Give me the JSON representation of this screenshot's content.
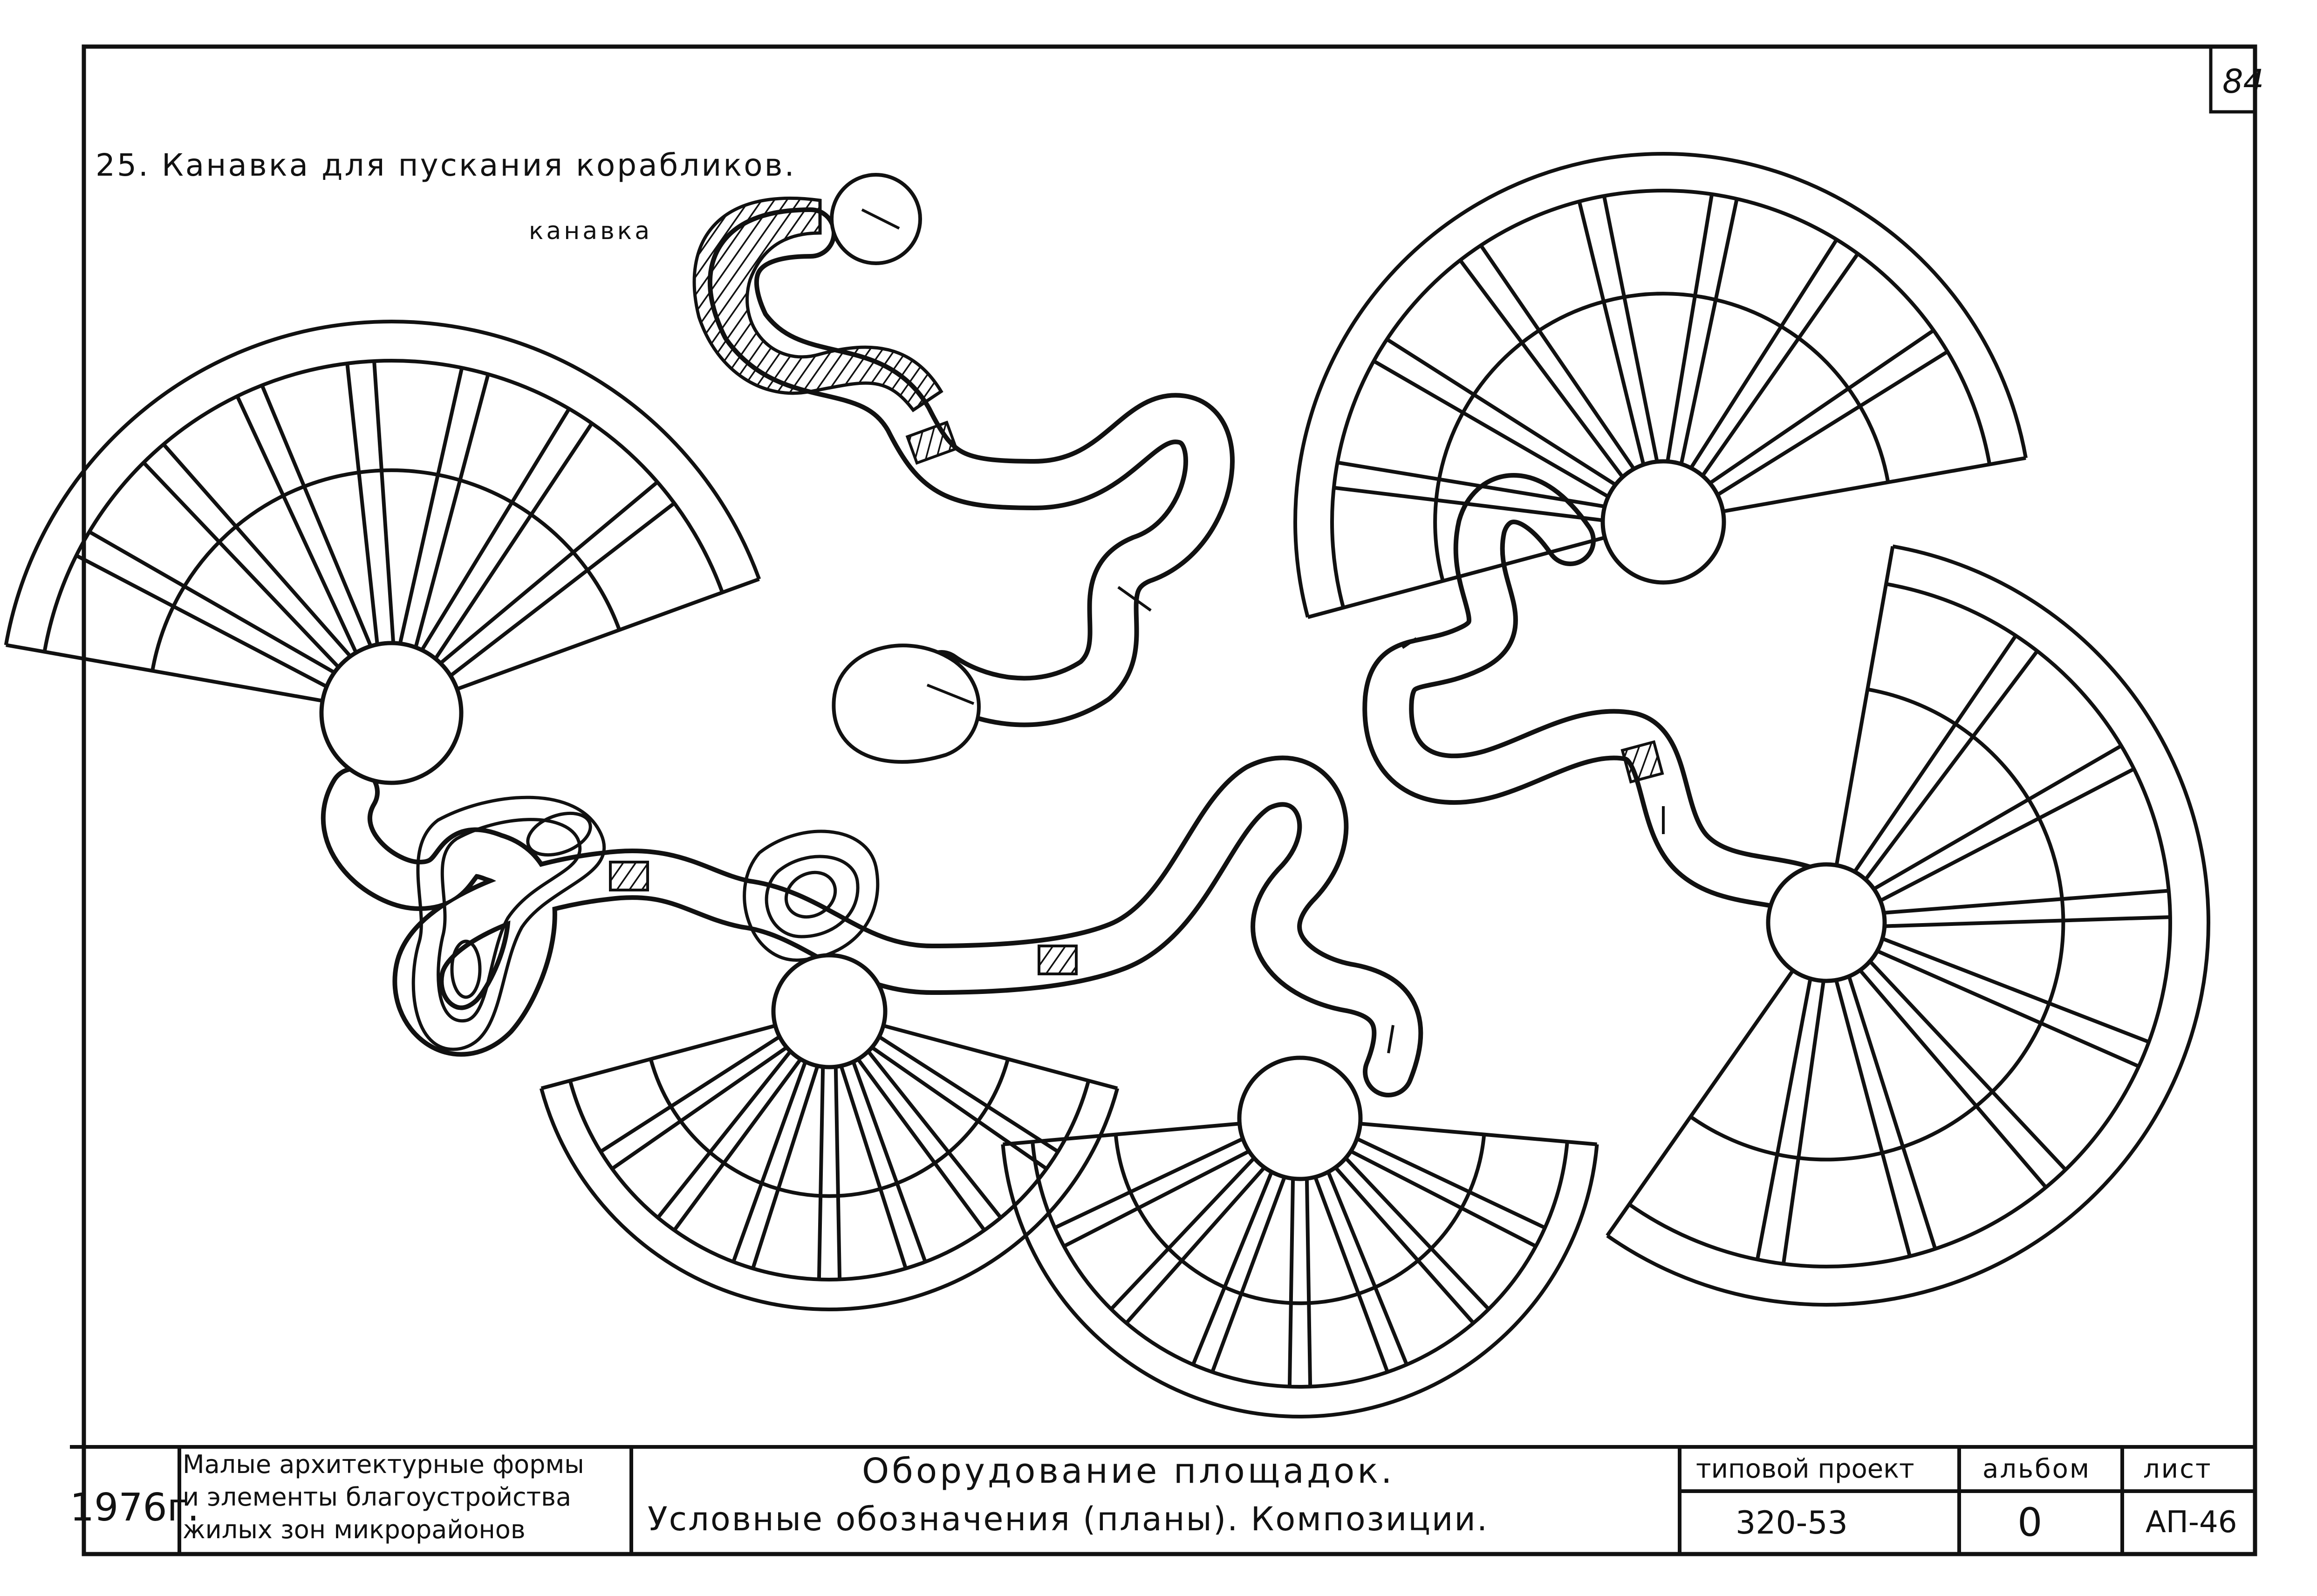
{
  "sheet": {
    "number": "84",
    "caption": "25. Канавка для пускания корабликов.",
    "label": "канавка"
  },
  "title_block": {
    "year": "1976г.",
    "series_lines": [
      "Малые архитектурные формы",
      "и элементы благоустройства",
      "жилых зон микрорайонов"
    ],
    "title_line1": "Оборудование площадок.",
    "title_line2": "Условные обозначения (планы). Композиции.",
    "project_header": "типовой проект",
    "project_value": "320-53",
    "album_header": "альбом",
    "album_value": "0",
    "sheet_header": "лист",
    "sheet_value": "АП-46"
  },
  "colors": {
    "ink": "#111111",
    "paper": "#ffffff"
  }
}
